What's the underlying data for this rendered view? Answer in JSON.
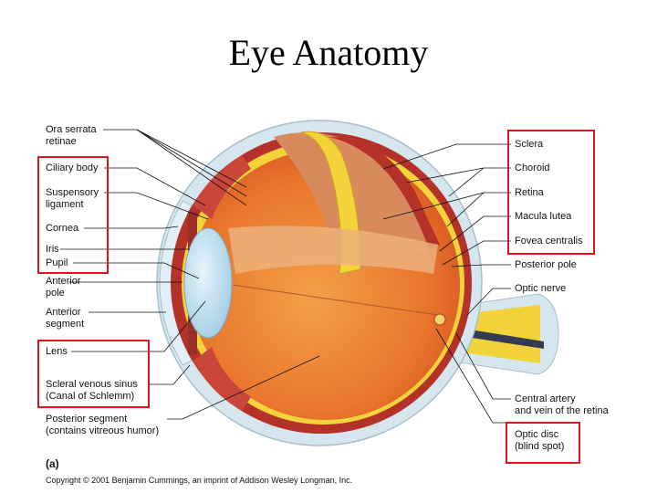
{
  "title": "Eye Anatomy",
  "labels_left": {
    "ora_serrata": [
      "Ora serrata",
      "retinae"
    ],
    "ciliary_body": "Ciliary body",
    "suspensory_ligament": [
      "Suspensory",
      "ligament"
    ],
    "cornea": "Cornea",
    "iris": "Iris",
    "pupil": "Pupil",
    "anterior_pole": [
      "Anterior",
      "pole"
    ],
    "anterior_segment": [
      "Anterior",
      "segment"
    ],
    "lens": "Lens",
    "scleral_venous_sinus": [
      "Scleral venous sinus",
      "(Canal of Schlemm)"
    ],
    "posterior_segment": [
      "Posterior segment",
      "(contains vitreous humor)"
    ]
  },
  "labels_right": {
    "sclera": "Sclera",
    "choroid": "Choroid",
    "retina": "Retina",
    "macula_lutea": "Macula lutea",
    "fovea_centralis": "Fovea centralis",
    "posterior_pole": "Posterior pole",
    "optic_nerve": "Optic nerve",
    "central_artery": [
      "Central artery",
      "and vein of the retina"
    ],
    "optic_disc": [
      "Optic disc",
      "(blind spot)"
    ]
  },
  "panel_label": "(a)",
  "copyright": "Copyright © 2001 Benjamin Cummings, an imprint of Addison Wesley Longman, Inc.",
  "colors": {
    "highlight_box": "#e0141e",
    "sclera": "#d6e6ee",
    "choroid": "#b5322a",
    "retina_yellow": "#f3d33a",
    "vitreous": "#e9772d",
    "lens": "#bcdff0"
  }
}
